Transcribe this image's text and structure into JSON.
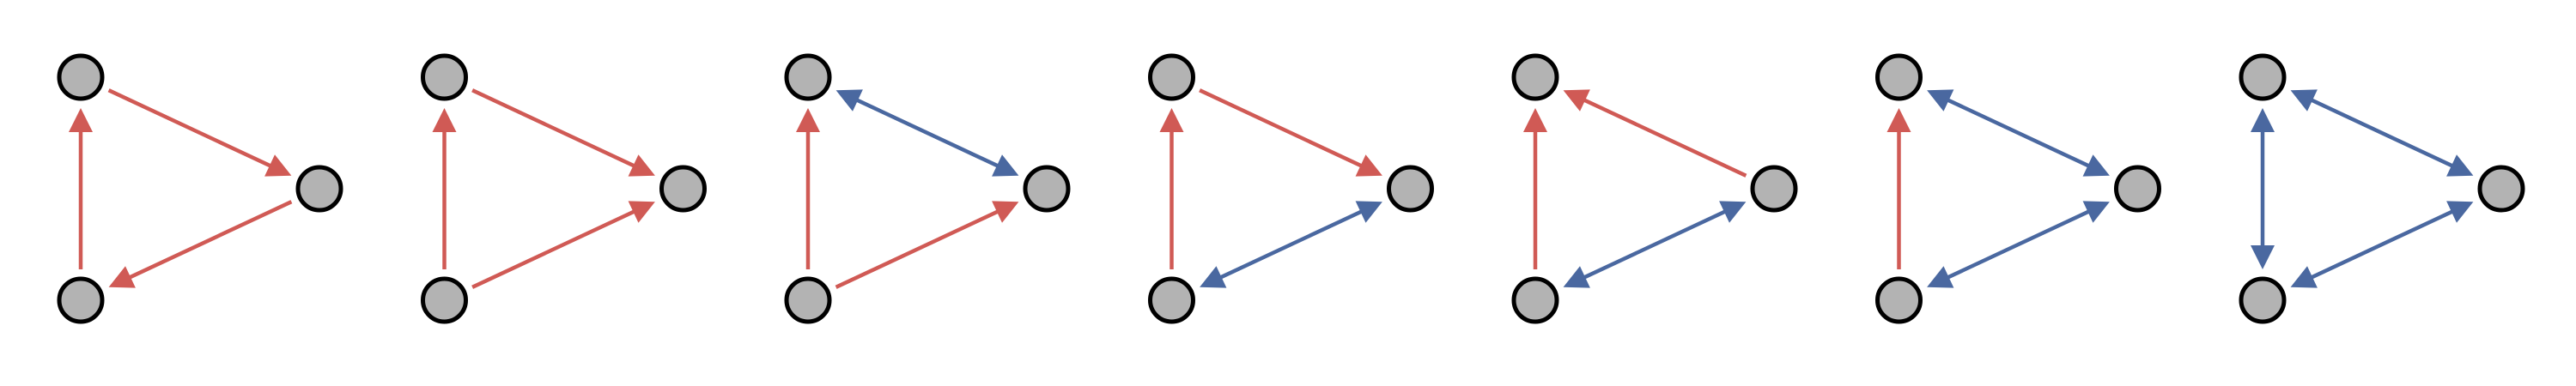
{
  "colors": {
    "one_way": "#d05a55",
    "two_way": "#4a68a0",
    "node_fill": "#b3b3b3",
    "node_stroke": "#000000",
    "background": "#ffffff"
  },
  "node_roles": [
    "top",
    "right",
    "bottom"
  ],
  "diagrams": [
    {
      "label": "",
      "edges": [
        {
          "from": "bottom",
          "to": "top",
          "type": "one_way"
        },
        {
          "from": "top",
          "to": "right",
          "type": "one_way"
        },
        {
          "from": "right",
          "to": "bottom",
          "type": "one_way"
        }
      ]
    },
    {
      "label": "",
      "edges": [
        {
          "from": "bottom",
          "to": "top",
          "type": "one_way"
        },
        {
          "from": "top",
          "to": "right",
          "type": "one_way"
        },
        {
          "from": "bottom",
          "to": "right",
          "type": "one_way"
        }
      ]
    },
    {
      "label": "",
      "edges": [
        {
          "from": "bottom",
          "to": "top",
          "type": "one_way"
        },
        {
          "from": "top",
          "to": "right",
          "type": "two_way"
        },
        {
          "from": "bottom",
          "to": "right",
          "type": "one_way"
        }
      ]
    },
    {
      "label": "",
      "edges": [
        {
          "from": "bottom",
          "to": "top",
          "type": "one_way"
        },
        {
          "from": "top",
          "to": "right",
          "type": "one_way"
        },
        {
          "from": "bottom",
          "to": "right",
          "type": "two_way"
        }
      ]
    },
    {
      "label": "",
      "edges": [
        {
          "from": "bottom",
          "to": "top",
          "type": "one_way"
        },
        {
          "from": "right",
          "to": "top",
          "type": "one_way"
        },
        {
          "from": "bottom",
          "to": "right",
          "type": "two_way"
        }
      ]
    },
    {
      "label": "",
      "edges": [
        {
          "from": "bottom",
          "to": "top",
          "type": "one_way"
        },
        {
          "from": "top",
          "to": "right",
          "type": "two_way"
        },
        {
          "from": "bottom",
          "to": "right",
          "type": "two_way"
        }
      ]
    },
    {
      "label": "",
      "edges": [
        {
          "from": "bottom",
          "to": "top",
          "type": "two_way"
        },
        {
          "from": "top",
          "to": "right",
          "type": "two_way"
        },
        {
          "from": "bottom",
          "to": "right",
          "type": "two_way"
        }
      ]
    }
  ]
}
